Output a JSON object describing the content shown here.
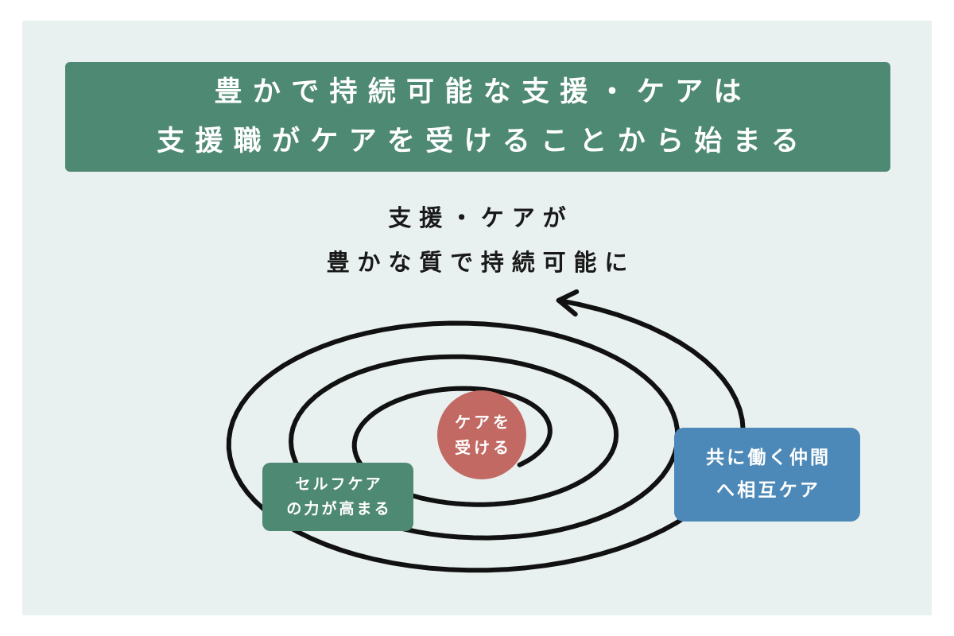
{
  "page": {
    "background": "#ffffff",
    "panel_background": "#e9f1f0"
  },
  "banner": {
    "line1": "豊かで持続可能な支援・ケアは",
    "line2": "支援職がケアを受けることから始まる",
    "background": "#4e8973",
    "text_color": "#ffffff"
  },
  "subtitle": {
    "line1": "支援・ケアが",
    "line2": "豊かな質で持続可能に",
    "text_color": "#191919"
  },
  "spiral": {
    "color": "#111111"
  },
  "center_circle": {
    "line1": "ケアを",
    "line2": "受ける",
    "background": "#c16962",
    "text_color": "#ffffff"
  },
  "left_box": {
    "line1": "セルフケア",
    "line2": "の力が高まる",
    "background": "#4e8973",
    "text_color": "#ffffff"
  },
  "right_box": {
    "line1": "共に働く仲間",
    "line2": "へ相互ケア",
    "background": "#4d89b8",
    "text_color": "#ffffff"
  }
}
